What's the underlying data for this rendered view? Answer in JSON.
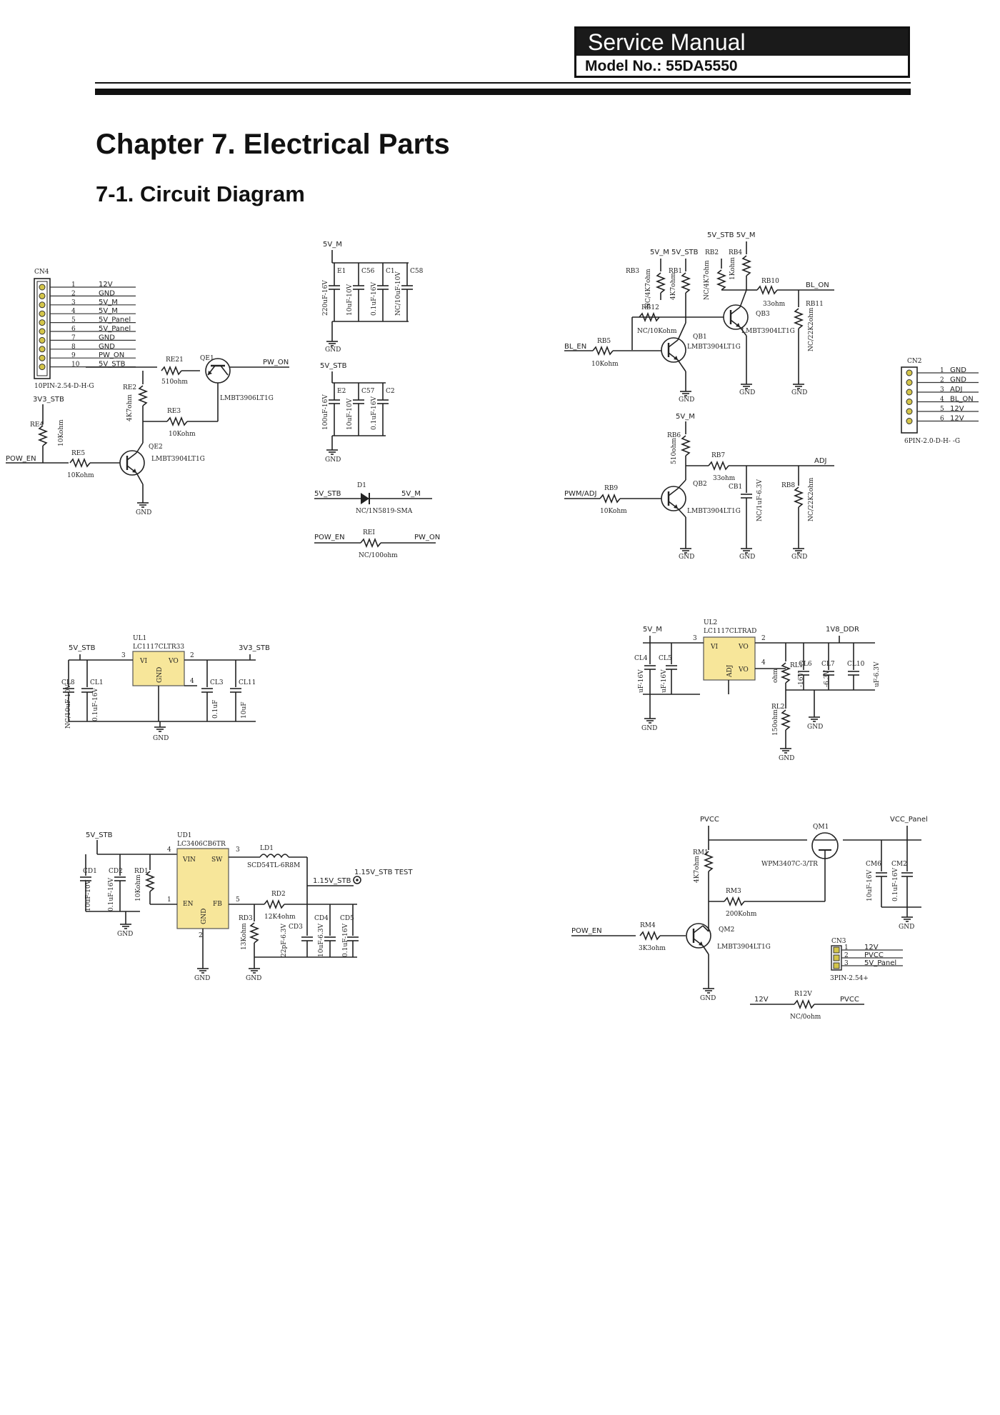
{
  "header": {
    "title": "Service Manual",
    "model": "Model No.: 55DA5550"
  },
  "chapter_title": "Chapter 7. Electrical Parts",
  "section_title": "7-1. Circuit Diagram",
  "colors": {
    "ink": "#111111",
    "ic_fill": "#f7e69a",
    "pin_dot": "#d4c54a"
  },
  "cn4": {
    "ref": "CN4",
    "part": "10PIN-2.54-D-H-G",
    "pins": [
      {
        "num": "1",
        "net": "12V"
      },
      {
        "num": "2",
        "net": "GND"
      },
      {
        "num": "3",
        "net": "5V_M"
      },
      {
        "num": "4",
        "net": "5V_M"
      },
      {
        "num": "5",
        "net": "5V_Panel"
      },
      {
        "num": "6",
        "net": "5V_Panel"
      },
      {
        "num": "7",
        "net": "GND"
      },
      {
        "num": "8",
        "net": "GND"
      },
      {
        "num": "9",
        "net": "PW_ON"
      },
      {
        "num": "10",
        "net": "5V_STB"
      }
    ]
  },
  "pw_on_circuit": {
    "re21": "RE21",
    "re21_val": "510ohm",
    "qe1": "QE1",
    "qe1_part": "LMBT3906LT1G",
    "pw_on": "PW_ON",
    "re2": "RE2",
    "re2_val": "4K7ohm",
    "re3": "RE3",
    "re3_val": "10Kohm",
    "v3v3": "3V3_STB",
    "re4": "RE4",
    "re4_val": "10Kohm",
    "pow_en": "POW_EN",
    "re5": "RE5",
    "re5_val": "10Kohm",
    "qe2": "QE2",
    "qe2_part": "LMBT3904LT1G",
    "gnd": "GND"
  },
  "caps_5vm": {
    "rail": "5V_M",
    "parts": [
      {
        "ref": "E1",
        "val": "220uF-16V"
      },
      {
        "ref": "C56",
        "val": "10uF-10V"
      },
      {
        "ref": "C1",
        "val": "0.1uF-16V"
      },
      {
        "ref": "C58",
        "val": "NC/10uF-10V"
      }
    ],
    "gnd": "GND"
  },
  "caps_5vstb": {
    "rail": "5V_STB",
    "parts": [
      {
        "ref": "E2",
        "val": "100uF-16V"
      },
      {
        "ref": "C57",
        "val": "10uF-10V"
      },
      {
        "ref": "C2",
        "val": "0.1uF-16V"
      }
    ],
    "gnd": "GND"
  },
  "diode": {
    "left": "5V_STB",
    "ref": "D1",
    "right": "5V_M",
    "part": "NC/1N5819-SMA"
  },
  "rei": {
    "left": "POW_EN",
    "ref": "REI",
    "right": "PW_ON",
    "val": "NC/100ohm"
  },
  "bl_circuit": {
    "rails": "5V_STB 5V_M",
    "rails2": "5V_M 5V_STB",
    "rb2": "RB2",
    "rb4": "RB4",
    "rb4_val": "1Kohm",
    "rb3": "RB3",
    "rb3_val": "NC/4K7ohm",
    "rb1": "RB1",
    "rb1_val": "4K7ohm",
    "rb2_val": "NC/4K7ohm",
    "rb10": "RB10",
    "rb10_val": "33ohm",
    "bl_on": "BL_ON",
    "rb11": "RB11",
    "rb11_val": "NC/22K2ohm",
    "qb3": "QB3",
    "qb3_part": "LMBT3904LT1G",
    "rb12": "RB12",
    "rb12_val": "NC/10Kohm",
    "qb1": "QB1",
    "qb1_part": "LMBT3904LT1G",
    "bl_en": "BL_EN",
    "rb5": "RB5",
    "rb5_val": "10Kohm",
    "gnd": "GND"
  },
  "cn2": {
    "ref": "CN2",
    "part": "6PIN-2.0-D-H-    -G",
    "pins": [
      {
        "num": "1",
        "net": "GND"
      },
      {
        "num": "2",
        "net": "GND"
      },
      {
        "num": "3",
        "net": "ADJ"
      },
      {
        "num": "4",
        "net": "BL_ON"
      },
      {
        "num": "5",
        "net": "12V"
      },
      {
        "num": "6",
        "net": "12V"
      }
    ]
  },
  "adj_circuit": {
    "rail": "5V_M",
    "rb6": "RB6",
    "rb6_val": "510ohm",
    "rb7": "RB7",
    "rb7_val": "33ohm",
    "adj": "ADJ",
    "qb2": "QB2",
    "qb2_part": "LMBT3904LT1G",
    "cb1": "CB1",
    "cb1_val": "NC/1uF-6.3V",
    "rb8": "RB8",
    "rb8_val": "NC/22K2ohm",
    "pwm_adj": "PWM/ADJ",
    "rb9": "RB9",
    "rb9_val": "10Kohm",
    "gnd": "GND"
  },
  "ul1": {
    "ref": "UL1",
    "part": "LC1117CLTR33",
    "vin": "5V_STB",
    "vout": "3V3_STB",
    "pin_vi": "VI",
    "pin_vo": "VO",
    "pin_gnd": "GND",
    "cl8": "CL8",
    "cl8_val": "NC/10uF-10V",
    "cl1": "CL1",
    "cl1_val": "0.1uF-16V",
    "cl3": "CL3",
    "cl3_val": "0.1uF",
    "cl11": "CL11",
    "cl11_val": "10uF",
    "gnd": "GND"
  },
  "ul2": {
    "ref": "UL2",
    "part": "LC1117CLTRAD",
    "vin": "5V_M",
    "vout": "1V8_DDR",
    "pin_vi": "VI",
    "pin_vo": "VO",
    "pin_adj": "ADJ",
    "cl4": "CL4",
    "cl4_val": "uF-16V",
    "cl5": "CL5",
    "cl5_val": "uF-16V",
    "rl1": "RL1",
    "rl1_val": "ohm",
    "cl6": "CL6",
    "cl6_val": "-16V",
    "cl7": "CL7",
    "cl7_val": "-6.3V",
    "cl10": "CL10",
    "cl10_val": "uF-6.3V",
    "rl2": "RL2",
    "rl2_val": "150ohm",
    "gnd": "GND"
  },
  "ud1": {
    "rail": "5V_STB",
    "ref": "UD1",
    "part": "LC3406CB6TR",
    "pin_vin": "VIN",
    "pin_sw": "SW",
    "pin_en": "EN",
    "pin_fb": "FB",
    "pin_gnd": "GND",
    "cd1": "CD1",
    "cd1_val": "10uF-10V",
    "cd2": "CD2",
    "cd2_val": "0.1uF-16V",
    "rd1": "RD1",
    "rd1_val": "10Kohm",
    "ld1": "LD1",
    "ld1_part": "SCD54TL-6R8M",
    "out": "1.15V_STB",
    "test": "1.15V_STB TEST",
    "rd2": "RD2",
    "rd2_val": "12K4ohm",
    "rd3": "RD3",
    "rd3_val": "13Kohm",
    "cd3": "CD3",
    "cd3_val": "22pF-6.3V",
    "cd4": "CD4",
    "cd4_val": "10uF-6.3V",
    "cd5": "CD5",
    "cd5_val": "0.1uF-16V",
    "gnd": "GND"
  },
  "panel_circuit": {
    "pvcc": "PVCC",
    "vcc_panel": "VCC_Panel",
    "qm1": "QM1",
    "qm1_part": "WPM3407C-3/TR",
    "rm1": "RM1",
    "rm1_val": "4K7ohm",
    "rm3": "RM3",
    "rm3_val": "200Kohm",
    "cm6": "CM6",
    "cm6_val": "10uF-16V",
    "cm2": "CM2",
    "cm2_val": "0.1uF-16V",
    "pow_en": "POW_EN",
    "rm4": "RM4",
    "rm4_val": "3K3ohm",
    "qm2": "QM2",
    "qm2_part": "LMBT3904LT1G",
    "gnd": "GND"
  },
  "cn3": {
    "ref": "CN3",
    "part": "3PIN-2.54+",
    "pins": [
      {
        "num": "1",
        "net": "12V"
      },
      {
        "num": "2",
        "net": "PVCC"
      },
      {
        "num": "3",
        "net": "5V_Panel"
      }
    ]
  },
  "r12v": {
    "left": "12V",
    "ref": "R12V",
    "right": "PVCC",
    "val": "NC/0ohm"
  }
}
